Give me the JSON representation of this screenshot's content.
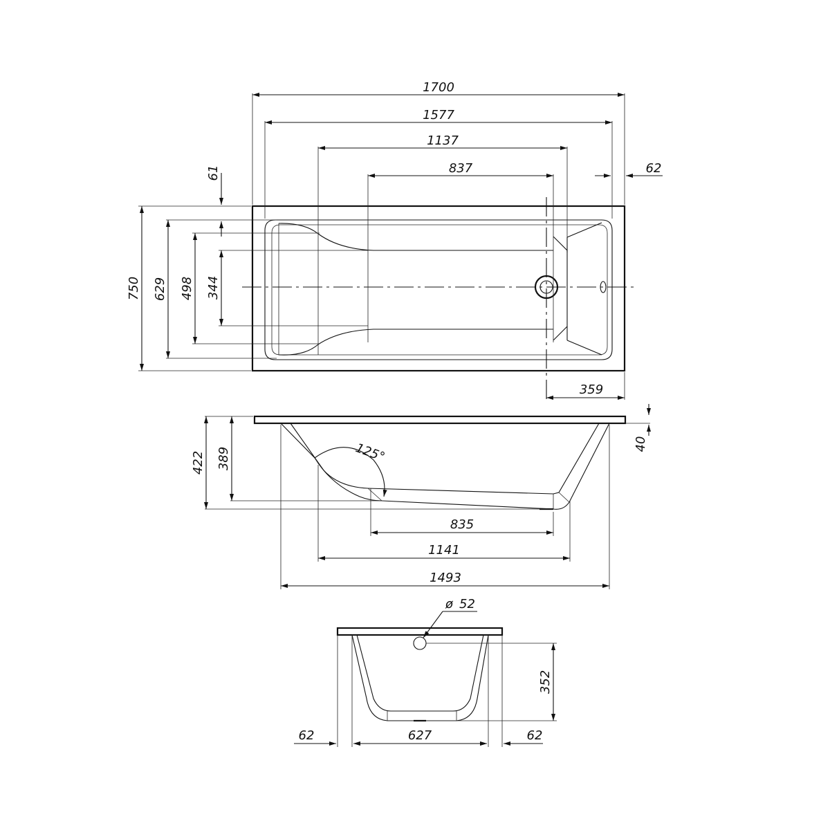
{
  "drawing": {
    "top_view": {
      "dim_1700": "1700",
      "dim_1577": "1577",
      "dim_1137": "1137",
      "dim_837": "837",
      "dim_62": "62",
      "dim_61": "61",
      "dim_750": "750",
      "dim_629": "629",
      "dim_498": "498",
      "dim_344": "344",
      "dim_359": "359"
    },
    "side_view": {
      "dim_40": "40",
      "dim_422": "422",
      "dim_389": "389",
      "angle": "125°",
      "dim_835": "835",
      "dim_1141": "1141",
      "dim_1493": "1493"
    },
    "end_view": {
      "diameter": "52",
      "dim_352": "352",
      "dim_62_left": "62",
      "dim_627": "627",
      "dim_62_right": "62"
    }
  }
}
